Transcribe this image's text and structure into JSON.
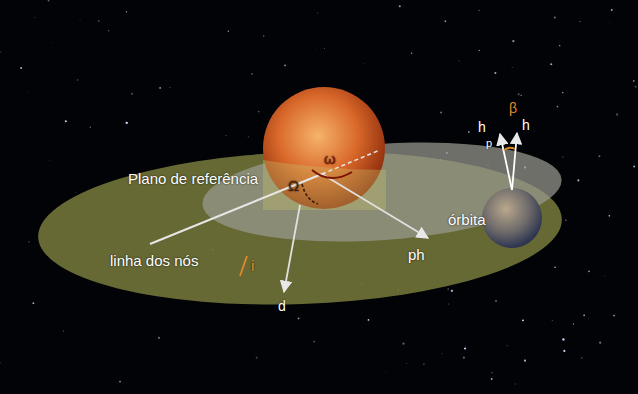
{
  "diagram": {
    "labels": [
      "Plano de referência",
      "linha dos nós",
      "Ω",
      "ω",
      "ph",
      "d",
      "i",
      "órbita",
      "β",
      "h",
      "p",
      "h"
    ]
  }
}
